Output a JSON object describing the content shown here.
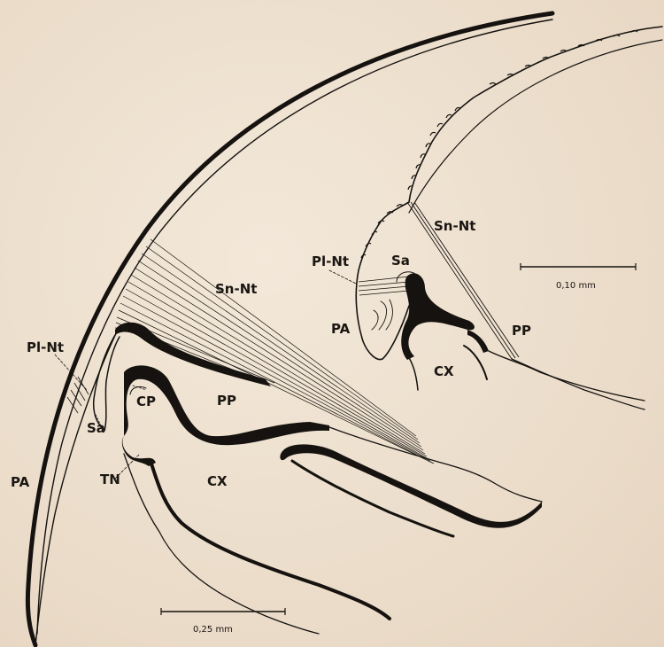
{
  "main_labels": {
    "sn_nt": "Sn-Nt",
    "pl_nt": "Pl-Nt",
    "pa": "PA",
    "sa": "Sa",
    "cp": "CP",
    "pp": "PP",
    "tn": "TN",
    "cx": "CX"
  },
  "inset_labels": {
    "sn_nt": "Sn-Nt",
    "pl_nt": "Pl-Nt",
    "sa": "Sa",
    "pa": "PA",
    "pp": "PP",
    "cx": "CX"
  },
  "scale_bars": {
    "main": "0,25 mm",
    "inset": "0,10 mm"
  },
  "colors": {
    "ink": "#15120f",
    "paper": "#eee0cf"
  }
}
